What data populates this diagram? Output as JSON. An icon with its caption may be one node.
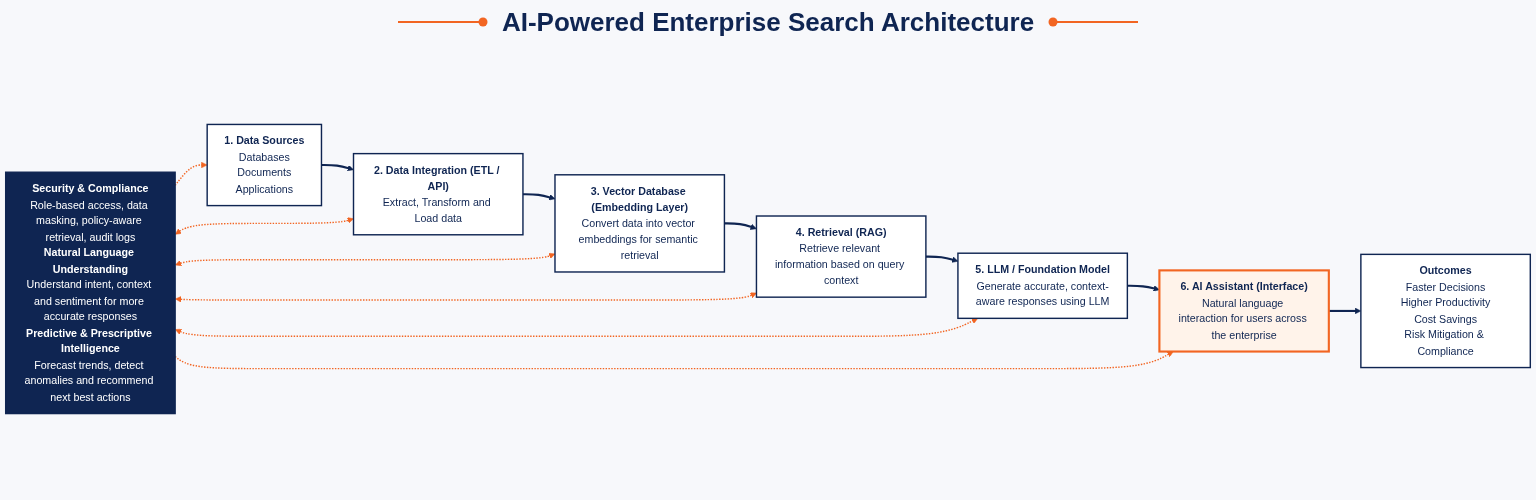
{
  "diagram": {
    "title": "AI-Powered Enterprise Search Architecture",
    "nodes": [
      {
        "text": [
          "1. Data Sources",
          "Databases",
          "Documents",
          "Applications"
        ]
      },
      {
        "text": [
          "2. Data Integration (ETL / API)",
          "Extract, Transform and Load data"
        ]
      },
      {
        "text": [
          "3. Vector Database (Embedding Layer)",
          "Convert data into vector embeddings for semantic retrieval"
        ]
      },
      {
        "text": [
          "4. Retrieval (RAG)",
          "Retrieve relevant information based on query context"
        ]
      },
      {
        "text": [
          "5. LLM / Foundation Model",
          "Generate accurate, context-aware responses using LLM"
        ]
      },
      {
        "text": [
          "6. AI Assistant (Interface)",
          "Natural language interaction for users across the enterprise"
        ]
      },
      {
        "text": [
          "Outcomes",
          "Faster Decisions",
          "Higher Productivity",
          "Cost Savings",
          "Risk Mitigation & Compliance"
        ]
      },
      {
        "text": [
          "Security & Compliance",
          "Role-based access, data masking, policy-aware retrieval, audit logs",
          "Natural Language Understanding",
          "Understand intent, context and sentiment for more accurate responses",
          "Predictive & Prescriptive Intelligence",
          "Forecast trends, detect anomalies and recommend next best actions"
        ]
      }
    ],
    "edges": [
      {
        "from": 0,
        "to": 1,
        "arrow": "to"
      },
      {
        "from": 1,
        "to": 2,
        "arrow": "to"
      },
      {
        "from": 2,
        "to": 3,
        "arrow": "to"
      },
      {
        "from": 3,
        "to": 4,
        "arrow": "to"
      },
      {
        "from": 4,
        "to": 5,
        "arrow": "to"
      },
      {
        "from": 5,
        "to": 6,
        "arrow": "to"
      },
      {
        "from": 7,
        "to": 0,
        "arrow": "to",
        "style": "dashed",
        "color": "#f26522"
      },
      {
        "from": 7,
        "to": 1,
        "arrow": "both",
        "style": "dashed",
        "color": "#f26522"
      },
      {
        "from": 7,
        "to": 2,
        "arrow": "both",
        "style": "dashed",
        "color": "#f26522"
      },
      {
        "from": 7,
        "to": 3,
        "arrow": "both",
        "style": "dashed",
        "color": "#f26522"
      },
      {
        "from": 7,
        "to": 4,
        "arrow": "both",
        "style": "dashed",
        "color": "#f26522"
      },
      {
        "from": 7,
        "to": 5,
        "arrow": "to",
        "style": "dashed",
        "color": "#f26522"
      }
    ]
  }
}
